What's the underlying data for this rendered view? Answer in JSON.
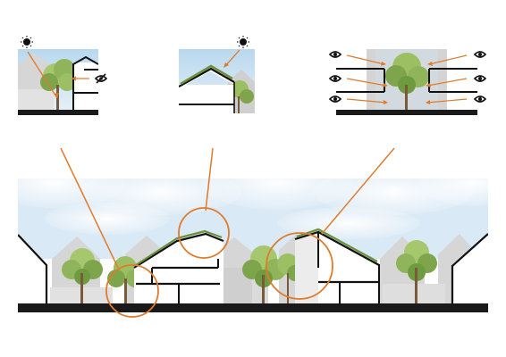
{
  "colors": {
    "ink": "#111111",
    "accent": "#e07b2c",
    "sky": "#cfe4f2",
    "sky_deep": "#a9cfe8",
    "house": "#d9d9d9",
    "house_dark": "#c4c4c4",
    "green_roof": "#6c8f3a",
    "tree_light": "#9bbf62",
    "tree_dark": "#5f8a35",
    "trunk": "#7a5a3a",
    "ground": "#1a1a1a"
  },
  "detail_panels": [
    {
      "id": "sun-and-view",
      "icons": [
        "sun-icon",
        "hidden-eye-icon"
      ]
    },
    {
      "id": "green-roof",
      "icons": [
        "sun-icon"
      ]
    },
    {
      "id": "visual-links",
      "icons": [
        "eye-icon",
        "eye-icon",
        "eye-icon",
        "eye-icon",
        "eye-icon",
        "eye-icon"
      ]
    }
  ],
  "section": {
    "callouts": [
      "courtyard-circle",
      "roof-circle",
      "gallery-circle"
    ]
  }
}
